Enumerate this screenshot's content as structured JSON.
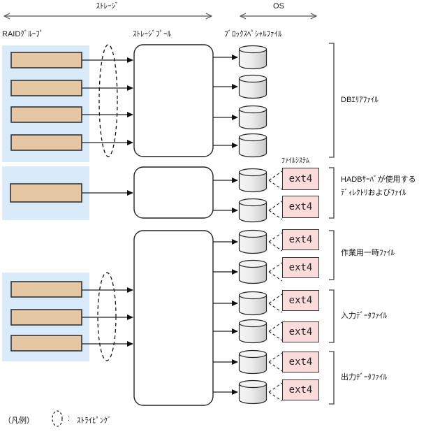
{
  "spans": {
    "storage_label": "ｽﾄﾚｰｼﾞ",
    "os_label": "OS"
  },
  "columns": {
    "raid_group_label": "RAIDｸﾞﾙｰﾌﾟ",
    "storage_pool_label": "ｽﾄﾚｰｼﾞﾌﾟｰﾙ",
    "block_special_file_label": "ﾌﾞﾛｯｸｽﾍﾟｼｬﾙﾌｧｲﾙ",
    "file_system_label": "ﾌｧｲﾙｼｽﾃﾑ"
  },
  "filesystems": [
    "ext4",
    "ext4",
    "ext4",
    "ext4",
    "ext4",
    "ext4",
    "ext4",
    "ext4"
  ],
  "brackets": {
    "db_area": {
      "label": "DBｴﾘｱﾌｧｲﾙ"
    },
    "hadb": {
      "label_line1": "HADBｻｰﾊﾞが使用する",
      "label_line2": "ﾃﾞｨﾚｸﾄﾘおよびﾌｧｲﾙ"
    },
    "work_temp": {
      "label": "作業用一時ﾌｧｲﾙ"
    },
    "input_data": {
      "label": "入力ﾃﾞｰﾀﾌｧｲﾙ"
    },
    "output_data": {
      "label": "出力ﾃﾞｰﾀﾌｧｲﾙ"
    }
  },
  "legend": {
    "prefix": "（凡例）",
    "colon": ":",
    "striping_label": "ｽﾄﾗｲﾋﾟﾝｸﾞ"
  },
  "colors": {
    "raid_group_bg": "#d9eafb",
    "disk_fill": "#e5c7a3",
    "filesystem_bg": "#fbdcdb",
    "cylinder_fill": "#e8e8e8",
    "line": "#222222",
    "bracket": "#5f5f5f"
  }
}
